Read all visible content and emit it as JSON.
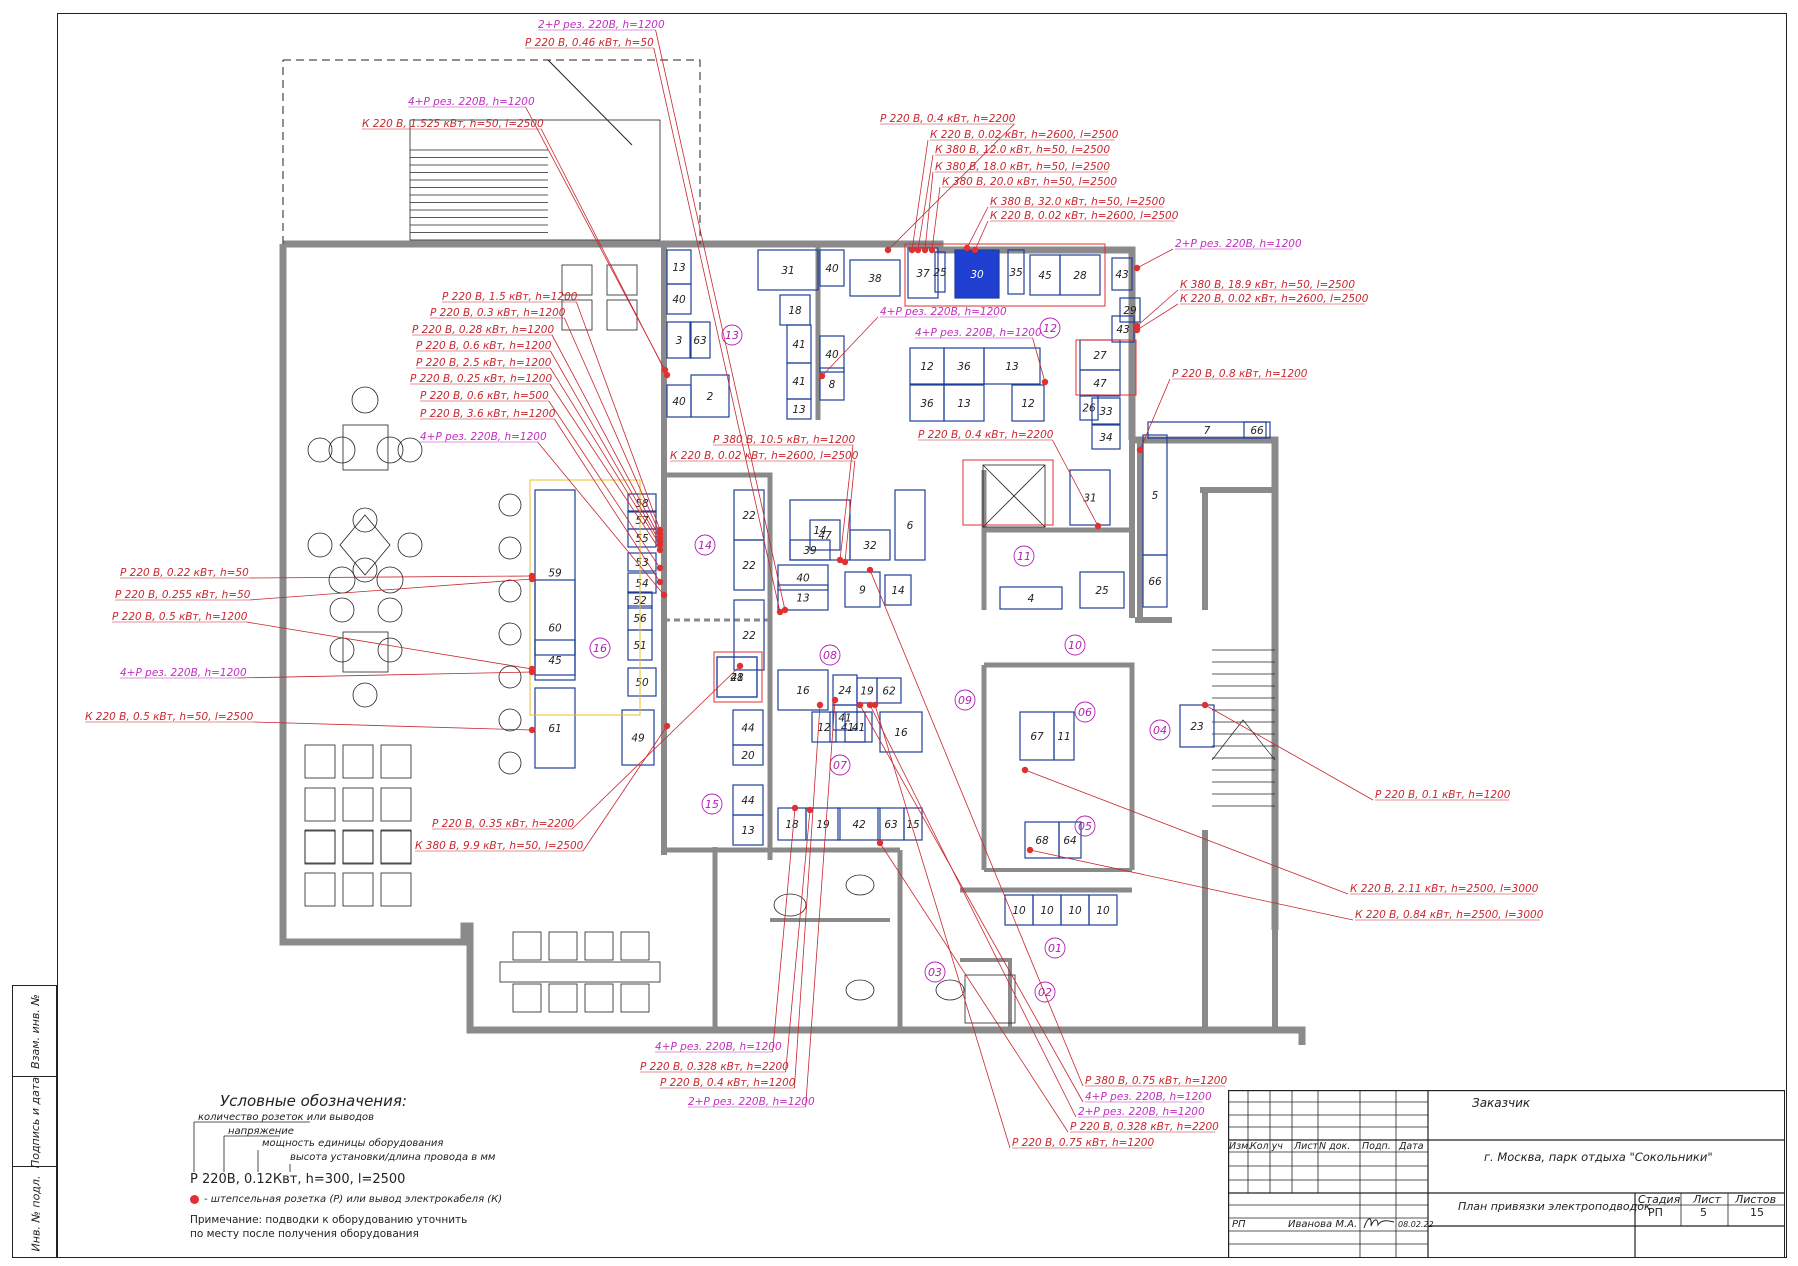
{
  "floor_plan": {
    "room_numbers": [
      "01",
      "02",
      "03",
      "04",
      "05",
      "06",
      "07",
      "08",
      "09",
      "10",
      "11",
      "12",
      "13",
      "14",
      "15",
      "16"
    ],
    "equipment_codes": [
      "13",
      "40",
      "3",
      "63",
      "40",
      "2",
      "31",
      "18",
      "41",
      "41",
      "13",
      "40",
      "40",
      "8",
      "38",
      "37",
      "25",
      "30",
      "35",
      "45",
      "28",
      "43",
      "29",
      "43",
      "12",
      "36",
      "13",
      "36",
      "13",
      "12",
      "27",
      "47",
      "26",
      "33",
      "34",
      "7",
      "66",
      "31",
      "5",
      "66",
      "4",
      "25",
      "59",
      "58",
      "57",
      "55",
      "53",
      "54",
      "52",
      "56",
      "51",
      "50",
      "60",
      "45",
      "61",
      "49",
      "22",
      "22",
      "22",
      "14",
      "47",
      "39",
      "32",
      "6",
      "40",
      "13",
      "9",
      "14",
      "48",
      "21",
      "16",
      "24",
      "41",
      "19",
      "62",
      "41",
      "12",
      "41",
      "16",
      "44",
      "20",
      "44",
      "13",
      "18",
      "19",
      "42",
      "63",
      "15",
      "67",
      "11",
      "68",
      "64",
      "10",
      "10",
      "10",
      "10",
      "23"
    ]
  },
  "annotations": {
    "a1": "2+Р рез. 220В, h=1200",
    "a2": "Р 220 В, 0.46 кВт, h=50",
    "a3": "4+Р рез. 220В, h=1200",
    "a4": "К 220 В, 1.525 кВт, h=50, l=2500",
    "a5": "Р 220 В, 0.4 кВт, h=2200",
    "a6": "К 220 В, 0.02 кВт, h=2600, l=2500",
    "a7": "К 380 В, 12.0 кВт, h=50, l=2500",
    "a8": "К 380 В, 18.0 кВт, h=50, l=2500",
    "a9": "К 380 В, 20.0 кВт, h=50, l=2500",
    "a10": "К 380 В, 32.0 кВт, h=50, l=2500",
    "a11": "К 220 В, 0.02 кВт, h=2600, l=2500",
    "a12": "2+Р рез. 220В, h=1200",
    "a13": "К 380 В, 18.9 кВт, h=50, l=2500",
    "a14": "К 220 В, 0.02 кВт, h=2600, l=2500",
    "a15": "4+Р рез. 220В, h=1200",
    "a16": "4+Р рез. 220В, h=1200",
    "a17": "Р 220 В, 0.8 кВт, h=1200",
    "a18": "Р 220 В, 0.4 кВт, h=2200",
    "a19": "Р 220 В, 1.5 кВт, h=1200",
    "a20": "Р 220 В, 0.3 кВт, h=1200",
    "a21": "Р 220 В, 0.28 кВт, h=1200",
    "a22": "Р 220 В, 0.6 кВт, h=1200",
    "a23": "Р 220 В, 2.5 кВт, h=1200",
    "a24": "Р 220 В, 0.25 кВт, h=1200",
    "a25": "Р 220 В, 0.6 кВт, h=500",
    "a26": "Р 220 В, 3.6 кВт, h=1200",
    "a27": "4+Р рез. 220В, h=1200",
    "a28": "Р 380 В, 10.5 кВт, h=1200",
    "a29": "К 220 В, 0.02 кВт, h=2600, l=2500",
    "a30": "Р 220 В, 0.22 кВт, h=50",
    "a31": "Р 220 В, 0.255 кВт, h=50",
    "a32": "Р 220 В, 0.5 кВт, h=1200",
    "a33": "4+Р рез. 220В, h=1200",
    "a34": "К 220 В, 0.5 кВт, h=50, l=2500",
    "a35": "Р 220 В, 0.35 кВт, h=2200",
    "a36": "К 380 В, 9.9 кВт, h=50, l=2500",
    "a37": "Р 220 В, 0.1 кВт, h=1200",
    "a38": "К 220 В, 2.11 кВт, h=2500, l=3000",
    "a39": "К 220 В, 0.84 кВт, h=2500, l=3000",
    "a40": "4+Р рез. 220В, h=1200",
    "a41": "Р 220 В, 0.328 кВт, h=2200",
    "a42": "Р 220 В, 0.4 кВт, h=1200",
    "a43": "2+Р рез. 220В, h=1200",
    "a44": "Р 380 В, 0.75 кВт, h=1200",
    "a45": "4+Р рез. 220В, h=1200",
    "a46": "2+Р рез. 220В, h=1200",
    "a47": "Р 220 В, 0.328 кВт, h=2200",
    "a48": "Р 220 В, 0.75 кВт, h=1200"
  },
  "legend": {
    "title": "Условные обозначения:",
    "line1": "количество розеток или выводов",
    "line2": "напряжение",
    "line3": "мощность единицы оборудования",
    "line4": "высота установки/длина провода в мм",
    "example": "Р 220В, 0.12Квт, h=300, l=2500",
    "symbol": "- штепсельная розетка (Р) или вывод электрокабеля (К)",
    "note1": "Примечание: подводки к оборудованию уточнить",
    "note2": "по месту после получения оборудования"
  },
  "side_stamp": {
    "c1": "Взам. инв. №",
    "c2": "Подпись и дата",
    "c3": "Инв. № подл."
  },
  "title_block": {
    "customer": "Заказчик",
    "location": "г. Москва, парк отдыха \"Сокольники\"",
    "h_izm": "Изм.",
    "h_kol": "Кол уч",
    "h_list": "Лист",
    "h_ndok": "N док.",
    "h_podp": "Подп.",
    "h_data": "Дата",
    "stage_code": "РП",
    "author": "Иванова М.А.",
    "date": "08.02.22",
    "sheet_title": "План привязки электроподводок",
    "stadiya_h": "Стадия",
    "list_h": "Лист",
    "listov_h": "Листов",
    "stadiya": "РП",
    "list": "5",
    "listov": "15"
  },
  "colors": {
    "wall": "#8a8a8a",
    "line": "#222222",
    "equipment": "#1f3f9a",
    "equipment_fill": "#1f3fd0",
    "annotation": "#c8262e",
    "annotation_reserve": "#c02ec0",
    "room_circle": "#b020b0",
    "outlet": "#e03030",
    "highlight": "#e8c020"
  }
}
